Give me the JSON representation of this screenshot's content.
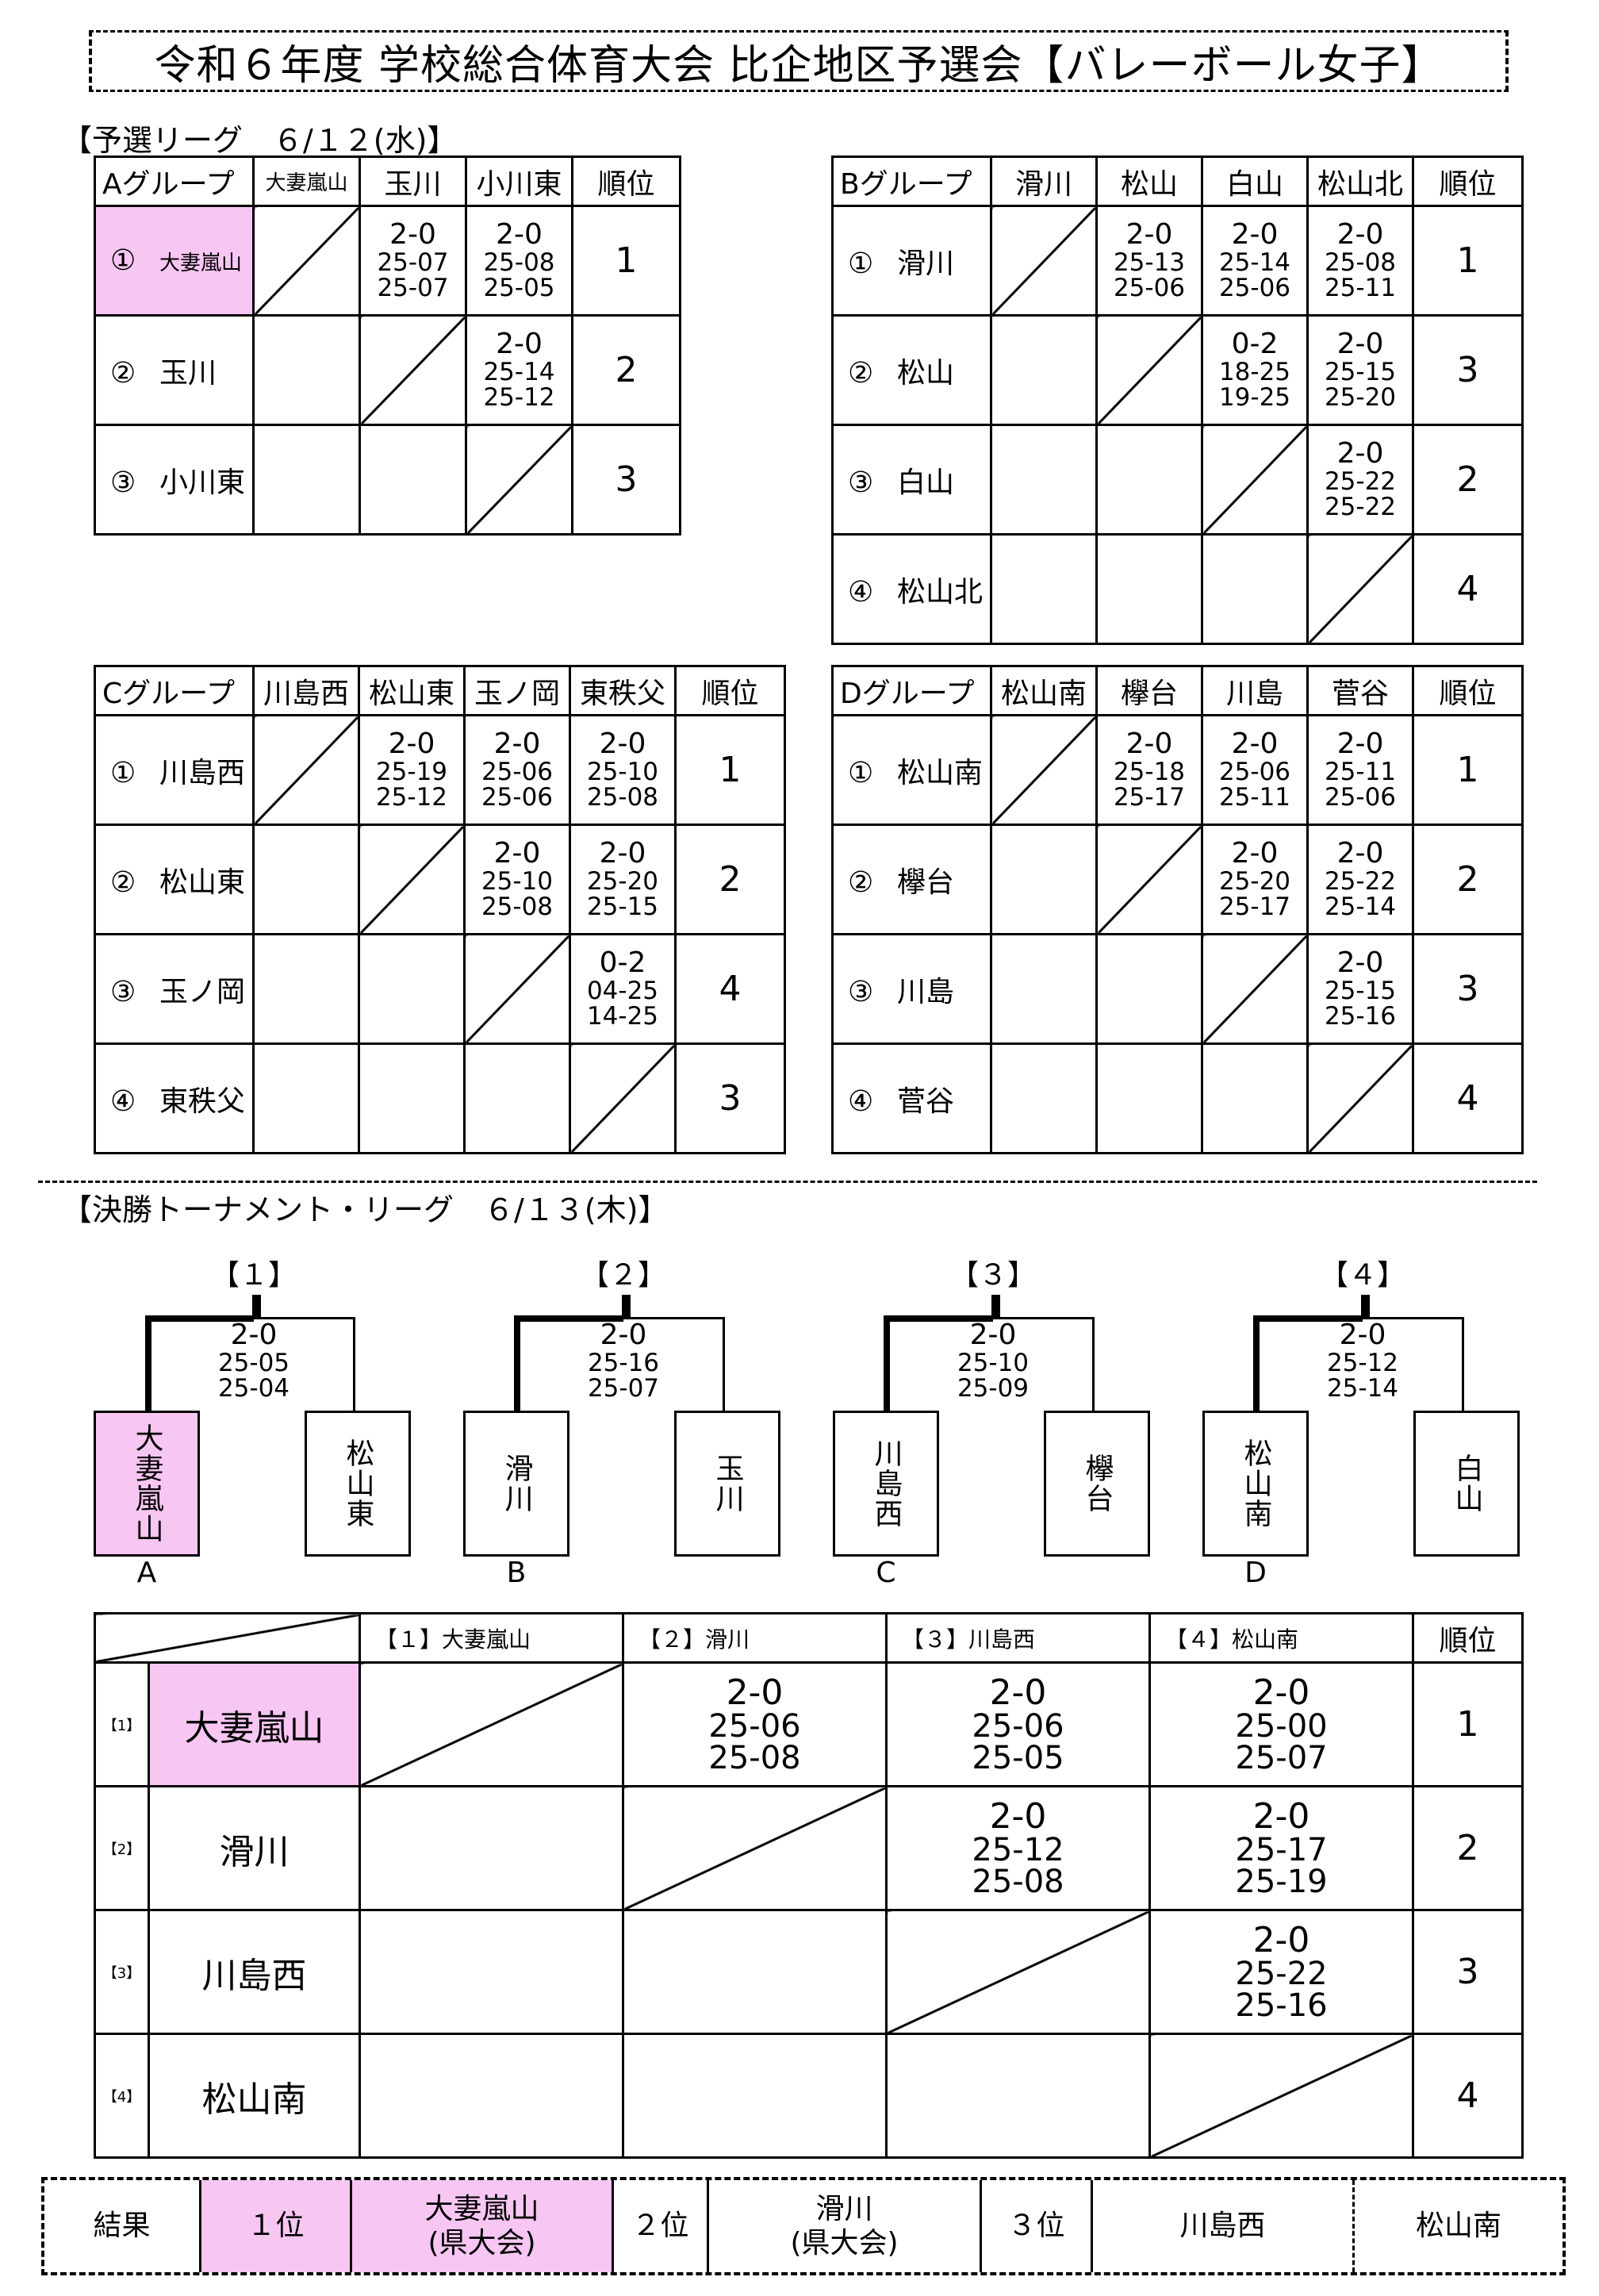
{
  "title": "令和６年度 学校総合体育大会 比企地区予選会【バレーボール女子】",
  "prelim_heading": "【予選リーグ　６/１２(水)】",
  "groups": {
    "A": {
      "header": [
        "Aグループ",
        "大妻嵐山",
        "玉川",
        "小川東",
        "順位"
      ],
      "rows": [
        {
          "idx": "①",
          "name": "大妻嵐山",
          "cells": [
            "",
            {
              "m": "2-0",
              "s1": "25-07",
              "s2": "25-07"
            },
            {
              "m": "2-0",
              "s1": "25-08",
              "s2": "25-05"
            }
          ],
          "rank": "1"
        },
        {
          "idx": "②",
          "name": "玉川",
          "cells": [
            "",
            "",
            {
              "m": "2-0",
              "s1": "25-14",
              "s2": "25-12"
            }
          ],
          "rank": "2"
        },
        {
          "idx": "③",
          "name": "小川東",
          "cells": [
            "",
            "",
            ""
          ],
          "rank": "3"
        }
      ]
    },
    "B": {
      "header": [
        "Bグループ",
        "滑川",
        "松山",
        "白山",
        "松山北",
        "順位"
      ],
      "rows": [
        {
          "idx": "①",
          "name": "滑川",
          "cells": [
            "",
            {
              "m": "2-0",
              "s1": "25-13",
              "s2": "25-06"
            },
            {
              "m": "2-0",
              "s1": "25-14",
              "s2": "25-06"
            },
            {
              "m": "2-0",
              "s1": "25-08",
              "s2": "25-11"
            }
          ],
          "rank": "1"
        },
        {
          "idx": "②",
          "name": "松山",
          "cells": [
            "",
            "",
            {
              "m": "0-2",
              "s1": "18-25",
              "s2": "19-25"
            },
            {
              "m": "2-0",
              "s1": "25-15",
              "s2": "25-20"
            }
          ],
          "rank": "3"
        },
        {
          "idx": "③",
          "name": "白山",
          "cells": [
            "",
            "",
            "",
            {
              "m": "2-0",
              "s1": "25-22",
              "s2": "25-22"
            }
          ],
          "rank": "2"
        },
        {
          "idx": "④",
          "name": "松山北",
          "cells": [
            "",
            "",
            "",
            ""
          ],
          "rank": "4"
        }
      ]
    },
    "C": {
      "header": [
        "Cグループ",
        "川島西",
        "松山東",
        "玉ノ岡",
        "東秩父",
        "順位"
      ],
      "rows": [
        {
          "idx": "①",
          "name": "川島西",
          "cells": [
            "",
            {
              "m": "2-0",
              "s1": "25-19",
              "s2": "25-12"
            },
            {
              "m": "2-0",
              "s1": "25-06",
              "s2": "25-06"
            },
            {
              "m": "2-0",
              "s1": "25-10",
              "s2": "25-08"
            }
          ],
          "rank": "1"
        },
        {
          "idx": "②",
          "name": "松山東",
          "cells": [
            "",
            "",
            {
              "m": "2-0",
              "s1": "25-10",
              "s2": "25-08"
            },
            {
              "m": "2-0",
              "s1": "25-20",
              "s2": "25-15"
            }
          ],
          "rank": "2"
        },
        {
          "idx": "③",
          "name": "玉ノ岡",
          "cells": [
            "",
            "",
            "",
            {
              "m": "0-2",
              "s1": "04-25",
              "s2": "14-25"
            }
          ],
          "rank": "4"
        },
        {
          "idx": "④",
          "name": "東秩父",
          "cells": [
            "",
            "",
            "",
            ""
          ],
          "rank": "3"
        }
      ]
    },
    "D": {
      "header": [
        "Dグループ",
        "松山南",
        "欅台",
        "川島",
        "菅谷",
        "順位"
      ],
      "rows": [
        {
          "idx": "①",
          "name": "松山南",
          "cells": [
            "",
            {
              "m": "2-0",
              "s1": "25-18",
              "s2": "25-17"
            },
            {
              "m": "2-0",
              "s1": "25-06",
              "s2": "25-11"
            },
            {
              "m": "2-0",
              "s1": "25-11",
              "s2": "25-06"
            }
          ],
          "rank": "1"
        },
        {
          "idx": "②",
          "name": "欅台",
          "cells": [
            "",
            "",
            {
              "m": "2-0",
              "s1": "25-20",
              "s2": "25-17"
            },
            {
              "m": "2-0",
              "s1": "25-22",
              "s2": "25-14"
            }
          ],
          "rank": "2"
        },
        {
          "idx": "③",
          "name": "川島",
          "cells": [
            "",
            "",
            "",
            {
              "m": "2-0",
              "s1": "25-15",
              "s2": "25-16"
            }
          ],
          "rank": "3"
        },
        {
          "idx": "④",
          "name": "菅谷",
          "cells": [
            "",
            "",
            "",
            ""
          ],
          "rank": "4"
        }
      ]
    }
  },
  "final_heading": "【決勝トーナメント・リーグ　６/１３(木)】",
  "brackets": [
    {
      "label": "【１】",
      "m": "2-0",
      "s1": "25-05",
      "s2": "25-04",
      "left": "大妻嵐山",
      "right": "松山東",
      "pos": "A"
    },
    {
      "label": "【２】",
      "m": "2-0",
      "s1": "25-16",
      "s2": "25-07",
      "left": "滑川",
      "right": "玉川",
      "pos": "B"
    },
    {
      "label": "【３】",
      "m": "2-0",
      "s1": "25-10",
      "s2": "25-09",
      "left": "川島西",
      "right": "欅台",
      "pos": "C"
    },
    {
      "label": "【４】",
      "m": "2-0",
      "s1": "25-12",
      "s2": "25-14",
      "left": "松山南",
      "right": "白山",
      "pos": "D"
    }
  ],
  "final_league": {
    "header": [
      "【１】大妻嵐山",
      "【２】滑川",
      "【３】川島西",
      "【４】松山南",
      "順位"
    ],
    "rows": [
      {
        "idx": "【1】",
        "name": "大妻嵐山",
        "cells": [
          "",
          {
            "m": "2-0",
            "s1": "25-06",
            "s2": "25-08"
          },
          {
            "m": "2-0",
            "s1": "25-06",
            "s2": "25-05"
          },
          {
            "m": "2-0",
            "s1": "25-00",
            "s2": "25-07"
          }
        ],
        "rank": "1"
      },
      {
        "idx": "【2】",
        "name": "滑川",
        "cells": [
          "",
          "",
          {
            "m": "2-0",
            "s1": "25-12",
            "s2": "25-08"
          },
          {
            "m": "2-0",
            "s1": "25-17",
            "s2": "25-19"
          }
        ],
        "rank": "2"
      },
      {
        "idx": "【3】",
        "name": "川島西",
        "cells": [
          "",
          "",
          "",
          {
            "m": "2-0",
            "s1": "25-22",
            "s2": "25-16"
          }
        ],
        "rank": "3"
      },
      {
        "idx": "【4】",
        "name": "松山南",
        "cells": [
          "",
          "",
          "",
          ""
        ],
        "rank": "4"
      }
    ]
  },
  "result": {
    "label": "結果",
    "first_label": "１位",
    "first_name": "大妻嵐山",
    "first_note": "(県大会)",
    "second_label": "２位",
    "second_name": "滑川",
    "second_note": "(県大会)",
    "third_label": "３位",
    "third_name_a": "川島西",
    "third_name_b": "松山南"
  },
  "colors": {
    "highlight": "#f7c6f3",
    "line": "#000000"
  }
}
